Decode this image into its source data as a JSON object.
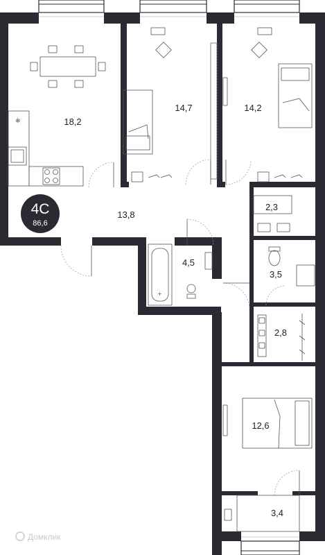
{
  "apartment": {
    "code": "4C",
    "total_area": "86,6"
  },
  "rooms": {
    "kitchen": "18,2",
    "bedroom_1": "14,7",
    "bedroom_2": "14,2",
    "hallway": "13,8",
    "wc": "2,3",
    "bathroom": "4,5",
    "shower": "3,5",
    "closet": "2,8",
    "bedroom_3": "12,6",
    "balcony": "3,4"
  },
  "watermark": "Домклик",
  "colors": {
    "wall": "#2a2a33",
    "badge": "#2a2a33",
    "background": "#ffffff"
  }
}
